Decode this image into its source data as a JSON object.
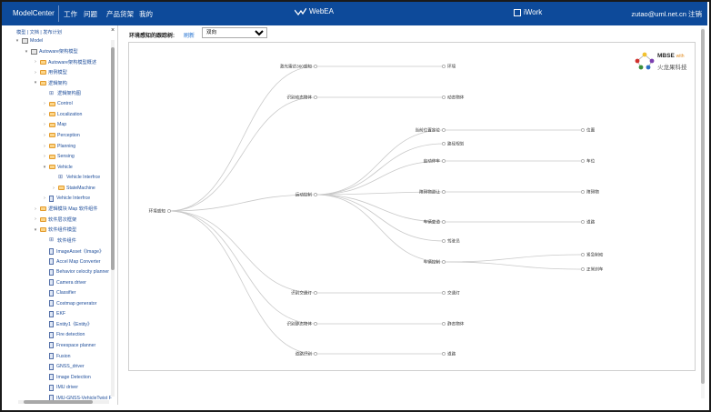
{
  "topbar": {
    "brand": "ModelCenter",
    "nav": [
      "工作",
      "问题",
      "产品货架",
      "我的"
    ],
    "webea": "WebEA",
    "iwork": "iWork",
    "user": "zutao@uml.net.cn 注销"
  },
  "sidebar": {
    "tabs": "模型 | 文档 | 发布计划",
    "close": "×",
    "tree": [
      {
        "label": "Model",
        "icon": "package",
        "level": 0,
        "arrow": "▾"
      },
      {
        "label": "Autoware架构模型",
        "icon": "package",
        "level": 1,
        "arrow": "▾"
      },
      {
        "label": "Autoware架构模型概述",
        "icon": "folder",
        "level": 2,
        "arrow": "›"
      },
      {
        "label": "用例模型",
        "icon": "folder",
        "level": 2,
        "arrow": "›"
      },
      {
        "label": "逻辑架构",
        "icon": "folder",
        "level": 2,
        "arrow": "▾"
      },
      {
        "label": "逻辑架构图",
        "icon": "diagram",
        "level": 3,
        "arrow": ""
      },
      {
        "label": "Control",
        "icon": "folder",
        "level": 3,
        "arrow": "›"
      },
      {
        "label": "Localization",
        "icon": "folder",
        "level": 3,
        "arrow": "›"
      },
      {
        "label": "Map",
        "icon": "folder",
        "level": 3,
        "arrow": "›"
      },
      {
        "label": "Perception",
        "icon": "folder",
        "level": 3,
        "arrow": "›"
      },
      {
        "label": "Planning",
        "icon": "folder",
        "level": 3,
        "arrow": "›"
      },
      {
        "label": "Sensing",
        "icon": "folder",
        "level": 3,
        "arrow": "›"
      },
      {
        "label": "Vehicle",
        "icon": "folder",
        "level": 3,
        "arrow": "▾"
      },
      {
        "label": "Vehicle Interfrce",
        "icon": "diagram",
        "level": 4,
        "arrow": ""
      },
      {
        "label": "StateMachine",
        "icon": "folder",
        "level": 4,
        "arrow": "›"
      },
      {
        "label": "Vehicle Interfrce",
        "icon": "doc",
        "level": 3,
        "arrow": "›"
      },
      {
        "label": "逻辑模块 Map 软件组件",
        "icon": "folder",
        "level": 2,
        "arrow": "›"
      },
      {
        "label": "软件层次框架",
        "icon": "folder",
        "level": 2,
        "arrow": "›"
      },
      {
        "label": "软件组件模型",
        "icon": "folder",
        "level": 2,
        "arrow": "▾"
      },
      {
        "label": "软件组件",
        "icon": "diagram",
        "level": 3,
        "arrow": ""
      },
      {
        "label": "ImageAsset《Image》",
        "icon": "doc",
        "level": 3,
        "arrow": ""
      },
      {
        "label": "Accel Map Converter",
        "icon": "doc",
        "level": 3,
        "arrow": ""
      },
      {
        "label": "Behavior celocity planner",
        "icon": "doc",
        "level": 3,
        "arrow": ""
      },
      {
        "label": "Camera driver",
        "icon": "doc",
        "level": 3,
        "arrow": ""
      },
      {
        "label": "Classifier",
        "icon": "doc",
        "level": 3,
        "arrow": ""
      },
      {
        "label": "Costmap generator",
        "icon": "doc",
        "level": 3,
        "arrow": ""
      },
      {
        "label": "EKF",
        "icon": "doc",
        "level": 3,
        "arrow": ""
      },
      {
        "label": "Entity1《Entity》",
        "icon": "doc",
        "level": 3,
        "arrow": ""
      },
      {
        "label": "Fire detection",
        "icon": "doc",
        "level": 3,
        "arrow": ""
      },
      {
        "label": "Freespace planner",
        "icon": "doc",
        "level": 3,
        "arrow": ""
      },
      {
        "label": "Fusion",
        "icon": "doc",
        "level": 3,
        "arrow": ""
      },
      {
        "label": "GNSS_driver",
        "icon": "doc",
        "level": 3,
        "arrow": ""
      },
      {
        "label": "Image Detection",
        "icon": "doc",
        "level": 3,
        "arrow": ""
      },
      {
        "label": "IMU driver",
        "icon": "doc",
        "level": 3,
        "arrow": ""
      },
      {
        "label": "IMU-GNSS-VehicleTwist F",
        "icon": "doc",
        "level": 3,
        "arrow": ""
      }
    ]
  },
  "toolbar": {
    "label": "环境感知的跟踪树:",
    "refresh": "刷新",
    "direction_value": "双向"
  },
  "logo": {
    "title": "MBSE",
    "title_suffix": "with",
    "subtitle": "火龙果科技"
  },
  "tree_diagram": {
    "nodes": [
      {
        "id": "root",
        "label": "环境感知"
      },
      {
        "id": "n1",
        "label": "激光雷达360感知"
      },
      {
        "id": "n2",
        "label": "识别动态物体"
      },
      {
        "id": "n3",
        "label": "运动控制"
      },
      {
        "id": "n4",
        "label": "识别交通灯"
      },
      {
        "id": "n5",
        "label": "识别静态物体"
      },
      {
        "id": "n6",
        "label": "道路识别"
      },
      {
        "id": "m1",
        "label": "环境"
      },
      {
        "id": "m2",
        "label": "动态物体"
      },
      {
        "id": "m3",
        "label": "当前位置定位"
      },
      {
        "id": "m4",
        "label": "路径规划"
      },
      {
        "id": "m5",
        "label": "启动停车"
      },
      {
        "id": "m6",
        "label": "障碍物避让"
      },
      {
        "id": "m7",
        "label": "车辆变道"
      },
      {
        "id": "m8",
        "label": "驾驶员"
      },
      {
        "id": "m9",
        "label": "车辆控制"
      },
      {
        "id": "m10",
        "label": "交通灯"
      },
      {
        "id": "m11",
        "label": "静态物体"
      },
      {
        "id": "m12",
        "label": "道路"
      },
      {
        "id": "r1",
        "label": "位置"
      },
      {
        "id": "r2",
        "label": "车位"
      },
      {
        "id": "r3",
        "label": "障碍物"
      },
      {
        "id": "r4",
        "label": "道路"
      },
      {
        "id": "r5",
        "label": "紧急制动"
      },
      {
        "id": "r6",
        "label": "正常刹车"
      }
    ],
    "edges": [
      [
        "root",
        "n1"
      ],
      [
        "root",
        "n2"
      ],
      [
        "root",
        "n3"
      ],
      [
        "root",
        "n4"
      ],
      [
        "root",
        "n5"
      ],
      [
        "root",
        "n6"
      ],
      [
        "n1",
        "m1"
      ],
      [
        "n2",
        "m2"
      ],
      [
        "n3",
        "m3"
      ],
      [
        "n3",
        "m4"
      ],
      [
        "n3",
        "m5"
      ],
      [
        "n3",
        "m6"
      ],
      [
        "n3",
        "m7"
      ],
      [
        "n3",
        "m8"
      ],
      [
        "n3",
        "m9"
      ],
      [
        "n4",
        "m10"
      ],
      [
        "n5",
        "m11"
      ],
      [
        "n6",
        "m12"
      ],
      [
        "m3",
        "r1"
      ],
      [
        "m5",
        "r2"
      ],
      [
        "m6",
        "r3"
      ],
      [
        "m7",
        "r4"
      ],
      [
        "m9",
        "r5"
      ],
      [
        "m9",
        "r6"
      ]
    ]
  }
}
